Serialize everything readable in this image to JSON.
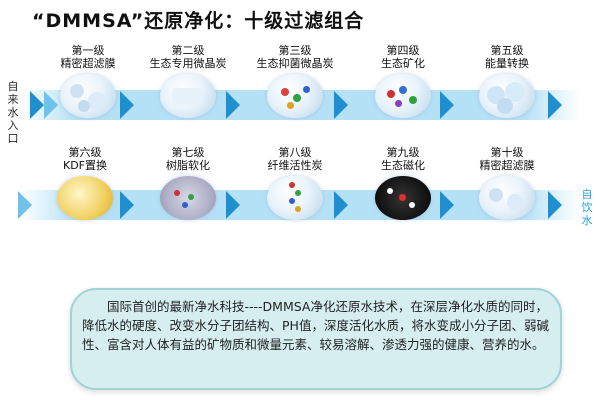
{
  "title": "“DMMSA”还原净化：十级过滤组合",
  "side_in": "自来水入口",
  "side_out": "自饮水",
  "stages": [
    {
      "l1": "第一级",
      "l2": "精密超滤膜",
      "icon": "membrane-icon"
    },
    {
      "l1": "第二级",
      "l2": "生态专用微晶炭",
      "icon": "microcrystal-carbon-icon"
    },
    {
      "l1": "第三级",
      "l2": "生态抑菌微晶炭",
      "icon": "antibacterial-carbon-icon"
    },
    {
      "l1": "第四级",
      "l2": "生态矿化",
      "icon": "mineralization-icon"
    },
    {
      "l1": "第五级",
      "l2": "能量转换",
      "icon": "energy-conversion-icon"
    },
    {
      "l1": "第六级",
      "l2": "KDF置换",
      "icon": "kdf-icon"
    },
    {
      "l1": "第七级",
      "l2": "树脂软化",
      "icon": "resin-softening-icon"
    },
    {
      "l1": "第八级",
      "l2": "纤维活性炭",
      "icon": "fiber-activated-carbon-icon"
    },
    {
      "l1": "第九级",
      "l2": "生态磁化",
      "icon": "magnetization-icon"
    },
    {
      "l1": "第十级",
      "l2": "精密超滤膜",
      "icon": "membrane-icon"
    }
  ],
  "description": "国际首创的最新净水科技----DMMSA净化还原水技术，在深层净化水质的同时，降低水的硬度、改变水分子团结构、PH值，深度活化水质，将水变成小分子团、弱碱性、富含对人体有益的矿物质和微量元素、较易溶解、渗透力强的健康、营养的水。",
  "colors": {
    "arrow": "#1f8fd0",
    "arrow_light": "#6fc2ec",
    "box_fill": "#d6eef0",
    "output_text": "#23a0d6"
  }
}
